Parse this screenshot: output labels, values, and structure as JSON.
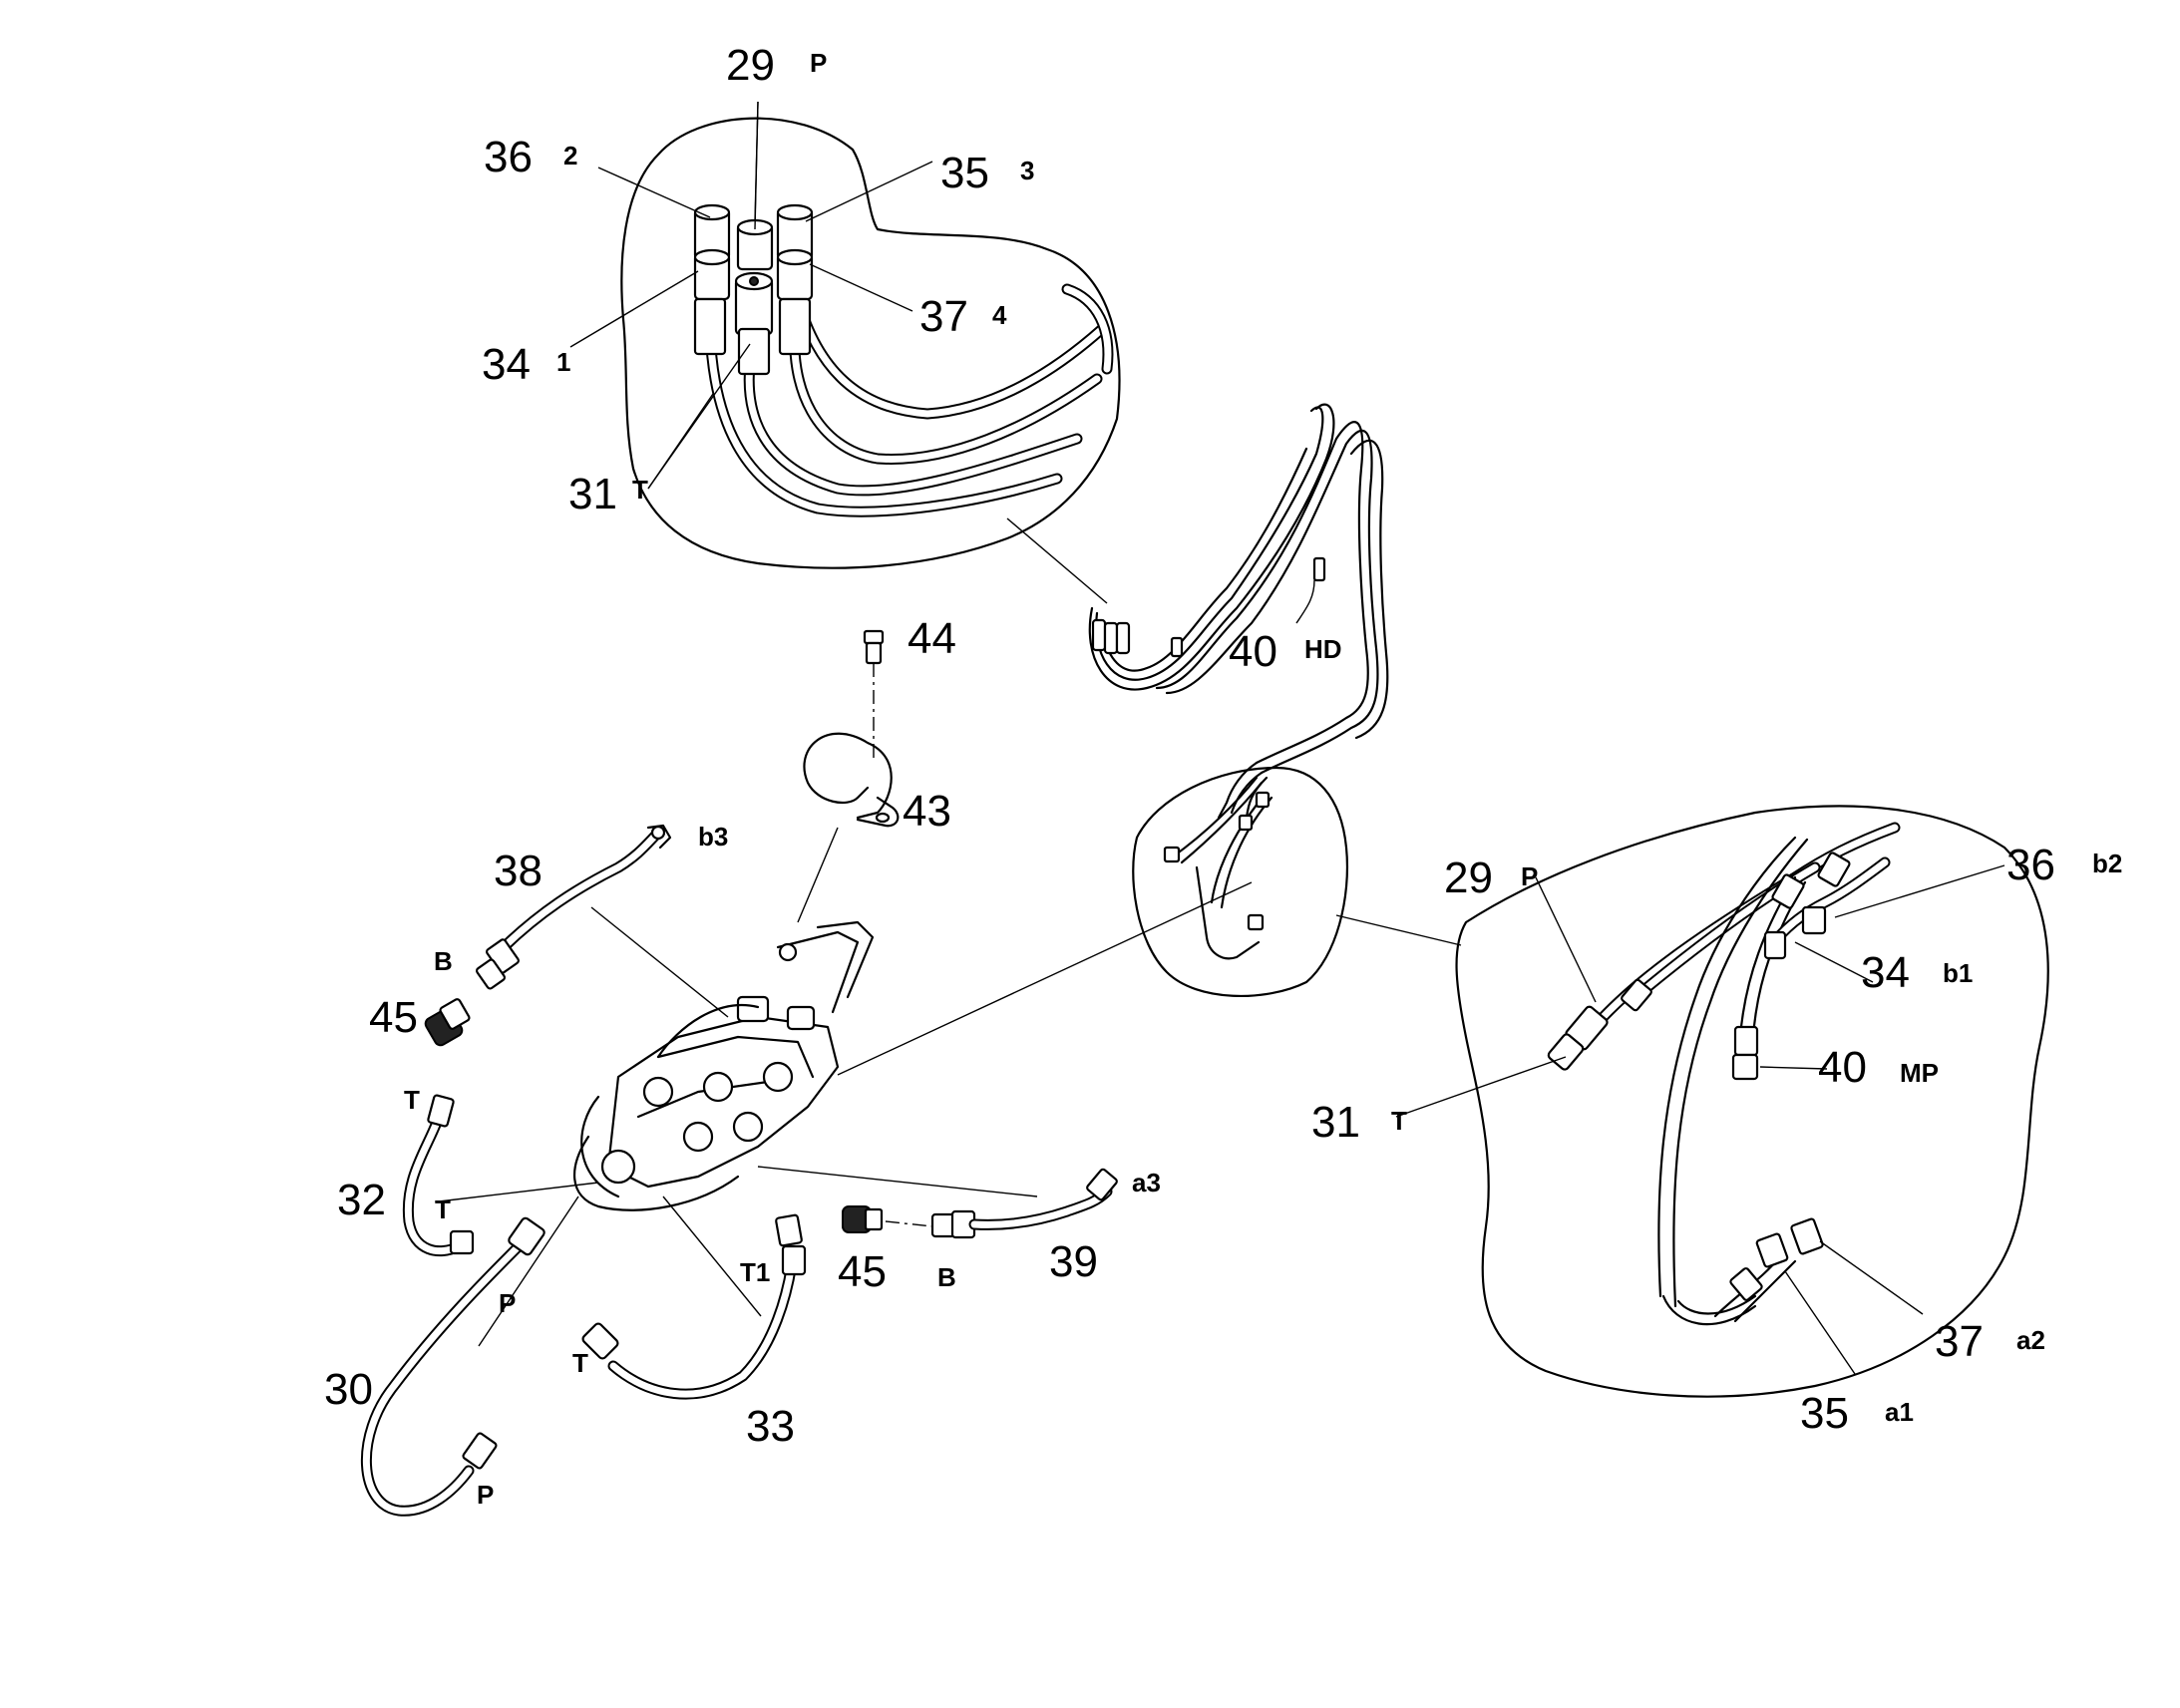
{
  "labels": {
    "d1_29": "29",
    "d1_P": "P",
    "d1_36": "36",
    "d1_2": "2",
    "d1_35": "35",
    "d1_3": "3",
    "d1_37": "37",
    "d1_4": "4",
    "d1_34": "34",
    "d1_1": "1",
    "d1_31": "31",
    "d1_T": "T",
    "n44": "44",
    "n43": "43",
    "n40": "40",
    "HD": "HD",
    "n38": "38",
    "b3": "b3",
    "B_top": "B",
    "n45_top": "45",
    "T_32": "T",
    "n32": "32",
    "T_mid": "T",
    "P_30a": "P",
    "n30": "30",
    "P_30b": "P",
    "T_33": "T",
    "n33": "33",
    "T1": "T1",
    "n45_bot": "45",
    "B_bot": "B",
    "n39": "39",
    "a3": "a3",
    "d2_29": "29",
    "d2_P": "P",
    "d2_36": "36",
    "d2_b2": "b2",
    "d2_34": "34",
    "d2_b1": "b1",
    "d2_40": "40",
    "d2_MP": "MP",
    "d2_31": "31",
    "d2_T": "T",
    "d2_37": "37",
    "d2_a2": "a2",
    "d2_35": "35",
    "d2_a1": "a1"
  },
  "colors": {
    "line": "#000000",
    "background": "#ffffff"
  }
}
